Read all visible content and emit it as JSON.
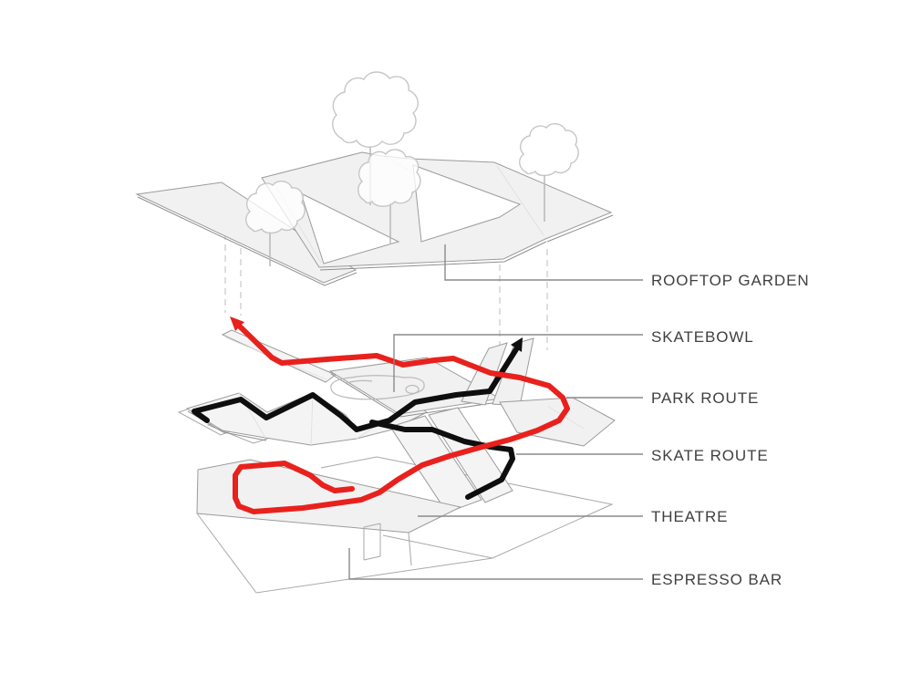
{
  "diagram": {
    "type": "exploded axonometric architecture diagram",
    "callouts": [
      {
        "id": "rooftop-garden",
        "label": "ROOFTOP GARDEN"
      },
      {
        "id": "skatebowl",
        "label": "SKATEBOWL"
      },
      {
        "id": "park-route",
        "label": "PARK ROUTE"
      },
      {
        "id": "skate-route",
        "label": "SKATE ROUTE"
      },
      {
        "id": "theatre",
        "label": "THEATRE"
      },
      {
        "id": "espresso-bar",
        "label": "ESPRESSO BAR"
      }
    ],
    "routes": [
      {
        "name": "Park route",
        "color": "#e8211d"
      },
      {
        "name": "Skate route",
        "color": "#0e0e0e"
      }
    ],
    "colors": {
      "background": "#ffffff",
      "plate_fill": "#f1f1f2",
      "plate_outline": "#9b9b9b",
      "leader_line": "#8a8a8a",
      "label_text": "#404040",
      "tree_outline": "#c6c6c6",
      "dashed_guide": "#c9c9c9",
      "park_route": "#e8211d",
      "skate_route": "#0e0e0e"
    }
  }
}
